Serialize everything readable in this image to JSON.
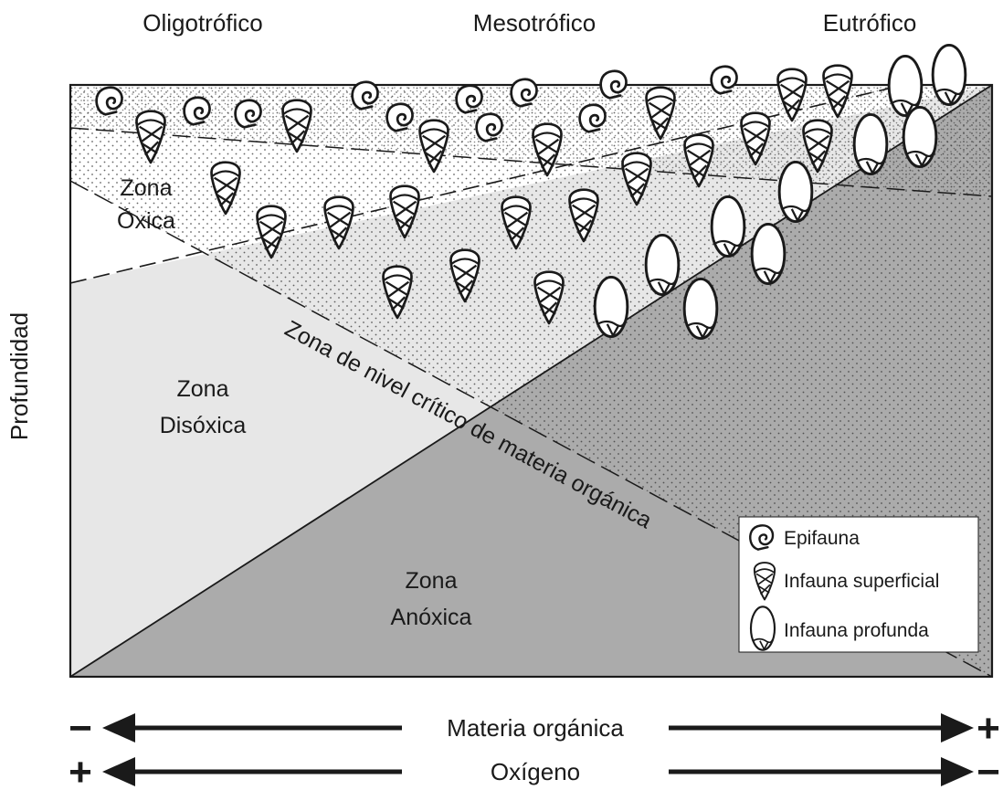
{
  "header": {
    "left": "Oligotrófico",
    "center": "Mesotrófico",
    "right": "Eutrófico"
  },
  "y_axis_label": "Profundidad",
  "zones": {
    "oxic": [
      "Zona",
      "Óxica"
    ],
    "dysoxic": [
      "Zona",
      "Disóxica"
    ],
    "anoxic": [
      "Zona",
      "Anóxica"
    ],
    "critical_level": "Zona de nivel crítico de materia orgánica"
  },
  "legend": {
    "epifauna": "Epifauna",
    "shallow_infauna": "Infauna superficial",
    "deep_infauna": "Infauna profunda"
  },
  "gradients": {
    "organic_matter": {
      "label": "Materia orgánica",
      "left_sign": "−",
      "right_sign": "+"
    },
    "oxygen": {
      "label": "Oxígeno",
      "left_sign": "+",
      "right_sign": "−"
    }
  },
  "colors": {
    "light_grey": "#e7e7e7",
    "dark_grey": "#ababab",
    "outline": "#1a1a1a"
  }
}
